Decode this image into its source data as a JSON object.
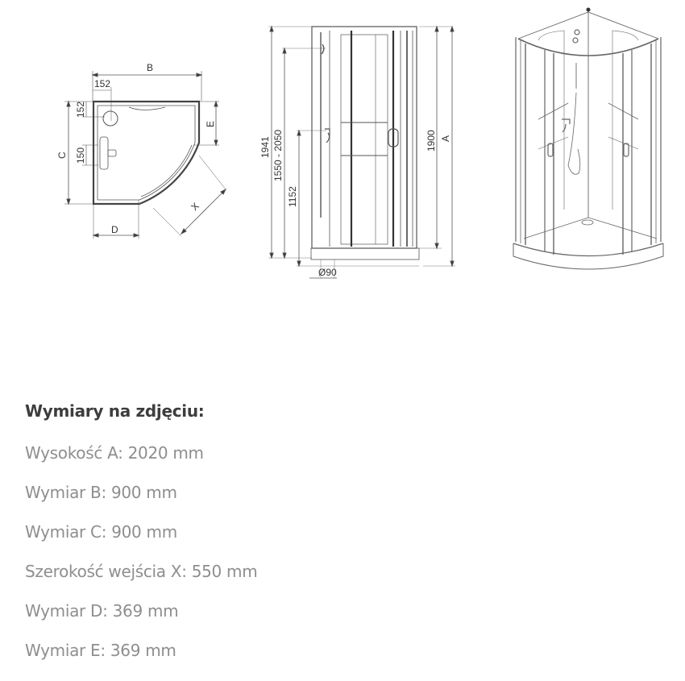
{
  "drawings": {
    "top_view": {
      "labels": {
        "B": "B",
        "C": "C",
        "D": "D",
        "E": "E",
        "X": "X",
        "offset_top": "152",
        "offset_left": "152",
        "offset_mid": "150"
      }
    },
    "front_view": {
      "labels": {
        "total_height": "1941",
        "shower_range": "1550 - 2050",
        "mixer_height": "1152",
        "cabin_height": "1900",
        "A": "A",
        "drain": "Ø90"
      }
    },
    "perspective_view": {
      "description": "quarter-round shower cabin isometric"
    }
  },
  "specs": {
    "title": "Wymiary na zdjęciu:",
    "items": [
      "Wysokość A: 2020 mm",
      "Wymiar B: 900 mm",
      "Wymiar C: 900 mm",
      "Szerokość wejścia X: 550 mm",
      "Wymiar D: 369 mm",
      "Wymiar E: 369 mm"
    ]
  },
  "colors": {
    "line": "#555555",
    "title_text": "#3d3d3d",
    "item_text": "#8e8e8e"
  }
}
